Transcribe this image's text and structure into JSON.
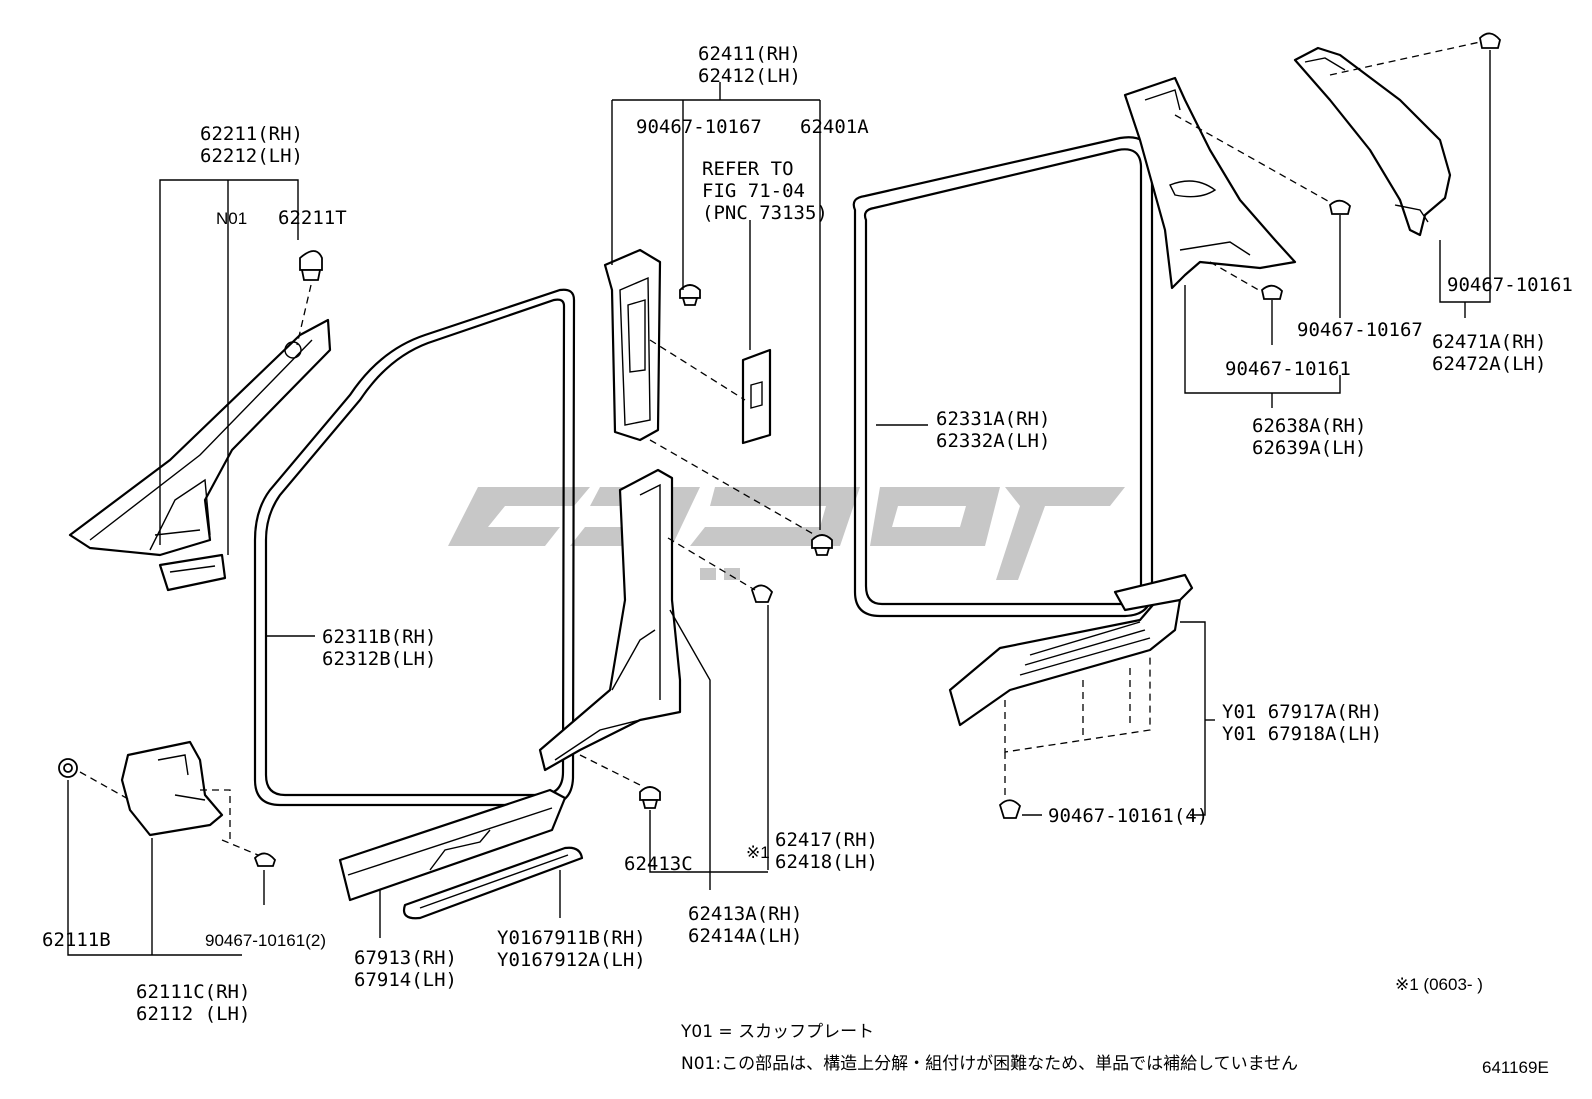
{
  "labels": {
    "a_pillar_main": "62211(RH)\n62212(LH)",
    "a_pillar_n01": "N01",
    "a_pillar_clip": "62211T",
    "front_seal": "62311B(RH)\n62312B(LH)",
    "b_pillar_upper": "62411(RH)\n62412(LH)",
    "b_clip_upper": "90467-10167",
    "b_part_62401a": "62401A",
    "refer_note": "REFER TO\nFIG 71-04\n(PNC 73135)",
    "rear_seal": "62331A(RH)\n62332A(LH)",
    "c_pillar_clip_a": "90467-10167",
    "c_pillar_clip_b": "90467-10161",
    "c_pillar_main": "62638A(RH)\n62639A(LH)",
    "d_pillar_clip": "90467-10161",
    "d_pillar_main": "62471A(RH)\n62472A(LH)",
    "rear_scuff": "Y01 67917A(RH)\nY01 67918A(LH)",
    "rear_scuff_clip": "90467-10161(4)",
    "cowl_clip_left": "62111B",
    "cowl_clip_right": "90467-10161(2)",
    "cowl_main": "62111C(RH)\n62112 (LH)",
    "front_scuff_upper": "67913(RH)\n67914(LH)",
    "front_scuff_plate": "Y0167911B(RH)\nY0167912A(LH)",
    "b_clip_lower": "62413C",
    "b_pillar_lower": "62413A(RH)\n62414A(LH)",
    "b_note_clip": "62417(RH)\n62418(LH)",
    "b_note_marker": "※1",
    "footnote_range": "※1 (0603-      )",
    "legend_y01": "Y01 = スカッフプレート",
    "legend_n01": "N01:この部品は、構造上分解・組付けが困難なため、単品では補給していません",
    "diagram_id": "641169E"
  },
  "watermark": {
    "color": "#bdbdbd"
  }
}
